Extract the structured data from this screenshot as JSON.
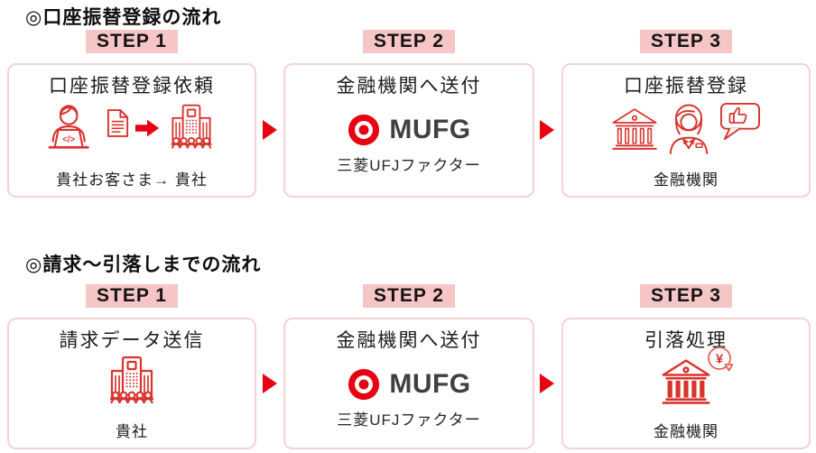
{
  "colors": {
    "accent_red": "#e60012",
    "icon_red": "#d8342e",
    "step_badge_bg": "#f6c5c5",
    "box_border": "#f6d2d2",
    "mufg_logo_gray": "#404040"
  },
  "icons": {
    "laptop_code": "</>",
    "yen": "¥"
  },
  "sections": [
    {
      "heading": "◎口座振替登録の流れ",
      "steps": [
        {
          "step": "STEP 1",
          "title": "口座振替登録依頼",
          "caption": "貴社お客さま→ 貴社"
        },
        {
          "step": "STEP 2",
          "title": "金融機関へ送付",
          "logo": "MUFG",
          "logo_sub": "三菱UFJファクター"
        },
        {
          "step": "STEP 3",
          "title": "口座振替登録",
          "caption": "金融機関"
        }
      ]
    },
    {
      "heading": "◎請求〜引落しまでの流れ",
      "steps": [
        {
          "step": "STEP 1",
          "title": "請求データ送信",
          "caption": "貴社"
        },
        {
          "step": "STEP 2",
          "title": "金融機関へ送付",
          "logo": "MUFG",
          "logo_sub": "三菱UFJファクター"
        },
        {
          "step": "STEP 3",
          "title": "引落処理",
          "caption": "金融機関"
        }
      ]
    }
  ]
}
